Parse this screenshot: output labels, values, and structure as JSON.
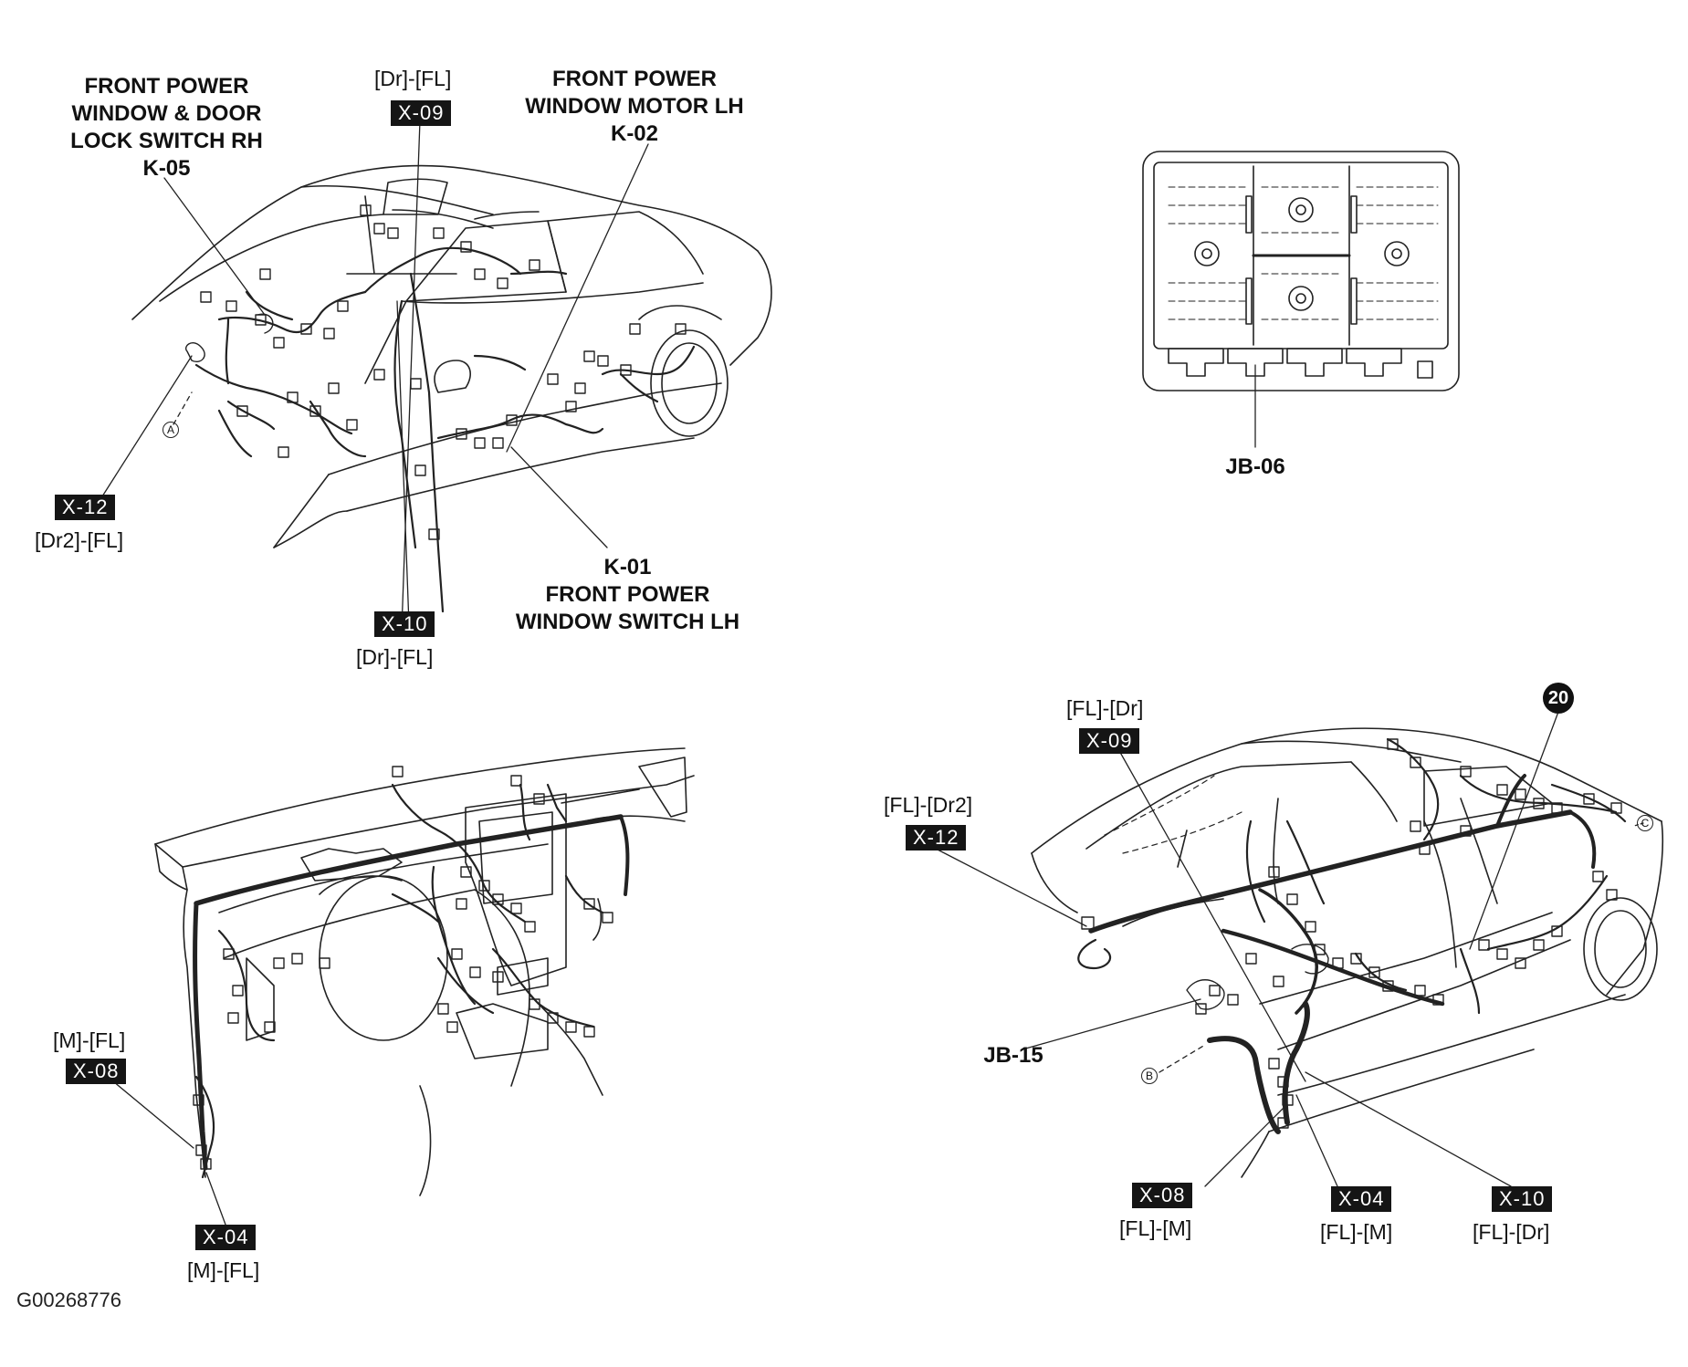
{
  "labels": {
    "k05": [
      "FRONT POWER",
      "WINDOW & DOOR",
      "LOCK SWITCH RH",
      "K-05"
    ],
    "k02": [
      "FRONT POWER",
      "WINDOW MOTOR LH",
      "K-02"
    ],
    "k01": [
      "K-01",
      "FRONT POWER",
      "WINDOW SWITCH LH"
    ],
    "jb06": "JB-06",
    "jb15": "JB-15"
  },
  "connectors_top": {
    "x09": {
      "tag": "X-09",
      "sub": "[Dr]-[FL]"
    },
    "x12": {
      "tag": "X-12",
      "sub": "[Dr2]-[FL]"
    },
    "x10": {
      "tag": "X-10",
      "sub": "[Dr]-[FL]"
    }
  },
  "connectors_dash": {
    "x08": {
      "tag": "X-08",
      "sub": "[M]-[FL]"
    },
    "x04": {
      "tag": "X-04",
      "sub": "[M]-[FL]"
    }
  },
  "connectors_floor": {
    "x09": {
      "tag": "X-09",
      "sub": "[FL]-[Dr]"
    },
    "x12": {
      "tag": "X-12",
      "sub": "[FL]-[Dr2]"
    },
    "x08": {
      "tag": "X-08",
      "sub": "[FL]-[M]"
    },
    "x04": {
      "tag": "X-04",
      "sub": "[FL]-[M]"
    },
    "x10": {
      "tag": "X-10",
      "sub": "[FL]-[Dr]"
    }
  },
  "markers": {
    "a": "A",
    "b": "B",
    "c": "C",
    "num": "20"
  },
  "figure_id": "G00268776"
}
